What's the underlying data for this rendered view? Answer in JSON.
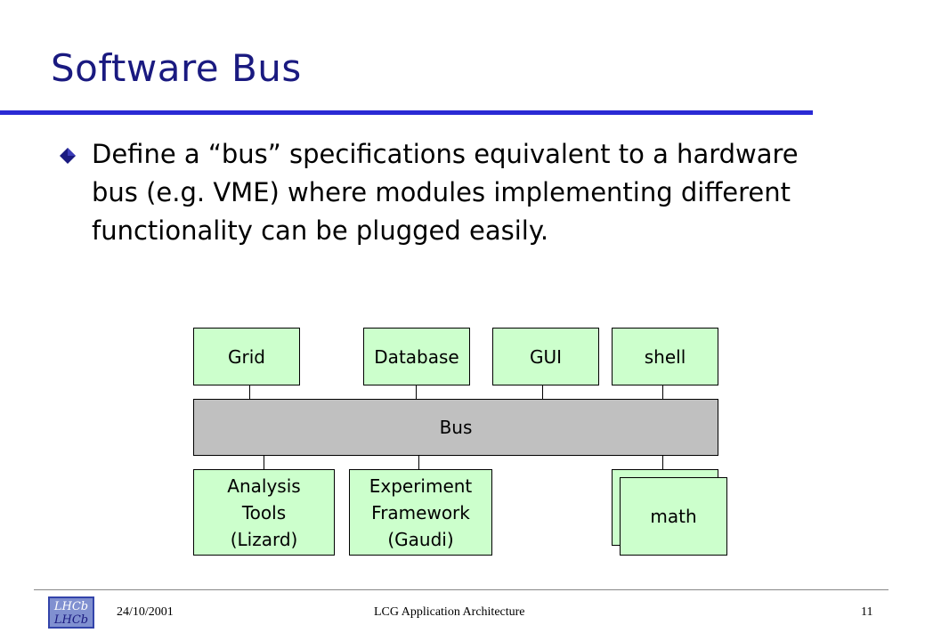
{
  "slide": {
    "title": "Software Bus",
    "bullet": "Define a “bus” specifications equivalent to a hardware bus (e.g. VME) where modules implementing different functionality can be plugged easily."
  },
  "diagram": {
    "top_modules": [
      "Grid",
      "Database",
      "GUI",
      "shell"
    ],
    "bus_label": "Bus",
    "bottom_modules": [
      "Analysis\nTools\n(Lizard)",
      "Experiment\nFramework\n(Gaudi)",
      "math"
    ],
    "colors": {
      "module_fill": "#ccffcc",
      "bus_fill": "#c0c0c0"
    }
  },
  "footer": {
    "logo_text": "LHCb",
    "date": "24/10/2001",
    "center": "LCG Application Architecture",
    "page_number": "11"
  },
  "theme": {
    "title_color": "#1a1a80",
    "rule_color": "#2a2ad4",
    "bullet_color": "#1a1a80"
  }
}
